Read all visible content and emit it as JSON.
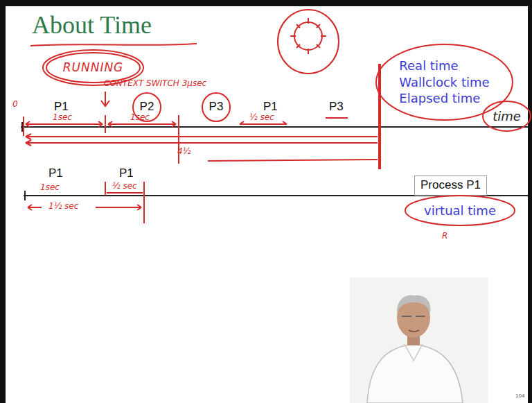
{
  "diagram": {
    "title": "About Time",
    "nodes": [
      {
        "text": [
          "RUNNING"
        ]
      },
      {
        "text": [
          "P2"
        ]
      },
      {
        "text": [
          "P3"
        ]
      },
      {
        "text": [
          "Real time",
          "Wallclock time",
          "Elapsed time"
        ]
      },
      {
        "text": [
          "time"
        ]
      },
      {
        "text": [
          "Process P1"
        ]
      },
      {
        "text": [
          "virtual time"
        ]
      }
    ],
    "labels": [
      "CONTEXT SWITCH 3μsec",
      "0",
      "P1",
      "1sec",
      "1sec",
      "P1",
      "½ sec",
      "P3",
      "4½",
      "P1",
      "P1",
      "1sec",
      "½ sec",
      "1½ sec",
      "R",
      "104"
    ]
  }
}
